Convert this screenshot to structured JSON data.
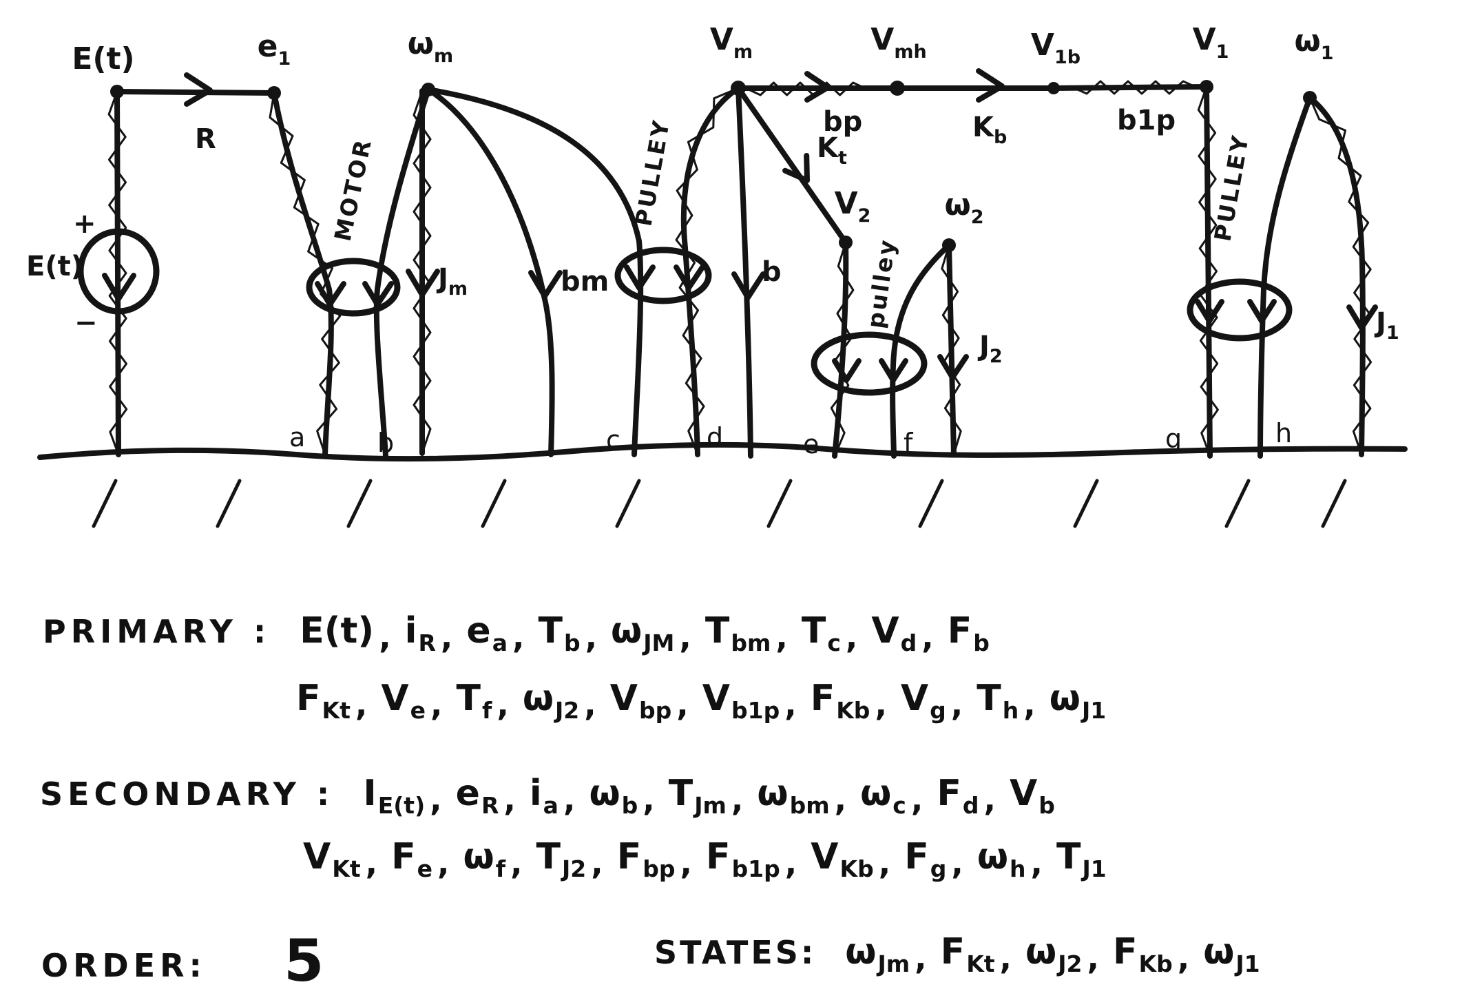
{
  "diagram": {
    "node_labels": {
      "e_t": {
        "b": "E(t)",
        "s": ""
      },
      "e1": {
        "b": "e",
        "s": "1"
      },
      "wm": {
        "b": "ω",
        "s": "m"
      },
      "vm": {
        "b": "V",
        "s": "m"
      },
      "vmh": {
        "b": "V",
        "s": "mh"
      },
      "v1b": {
        "b": "V",
        "s": "1b"
      },
      "v1": {
        "b": "V",
        "s": "1"
      },
      "w1": {
        "b": "ω",
        "s": "1"
      },
      "v2": {
        "b": "V",
        "s": "2"
      },
      "w2": {
        "b": "ω",
        "s": "2"
      }
    },
    "edge_labels": {
      "r": {
        "b": "R",
        "s": ""
      },
      "jm": {
        "b": "J",
        "s": "m"
      },
      "bm": {
        "b": "bm",
        "s": ""
      },
      "bp": {
        "b": "bp",
        "s": ""
      },
      "kb": {
        "b": "K",
        "s": "b"
      },
      "b1p": {
        "b": "b1p",
        "s": ""
      },
      "kt": {
        "b": "K",
        "s": "t"
      },
      "b": {
        "b": "b",
        "s": ""
      },
      "j2": {
        "b": "J",
        "s": "2"
      },
      "j1": {
        "b": "J",
        "s": "1"
      }
    },
    "component_labels": {
      "motor": "MOTOR",
      "pulley1": "PULLEY",
      "pulley2": "pulley",
      "pulley3": "PULLEY"
    },
    "source": {
      "plus": "+",
      "label": "E(t)",
      "minus": "−"
    },
    "ground_letters": [
      "a",
      "b",
      "c",
      "d",
      "e",
      "f",
      "g",
      "h"
    ]
  },
  "analysis": {
    "separator": ",",
    "primary_label": "PRIMARY :",
    "primary": {
      "line1": [
        {
          "b": "E(t)",
          "s": ""
        },
        {
          "b": "i",
          "s": "R"
        },
        {
          "b": "e",
          "s": "a"
        },
        {
          "b": "T",
          "s": "b"
        },
        {
          "b": "ω",
          "s": "JM"
        },
        {
          "b": "T",
          "s": "bm"
        },
        {
          "b": "T",
          "s": "c"
        },
        {
          "b": "V",
          "s": "d"
        },
        {
          "b": "F",
          "s": "b"
        }
      ],
      "line2": [
        {
          "b": "F",
          "s": "Kt"
        },
        {
          "b": "V",
          "s": "e"
        },
        {
          "b": "T",
          "s": "f"
        },
        {
          "b": "ω",
          "s": "J2"
        },
        {
          "b": "V",
          "s": "bp"
        },
        {
          "b": "V",
          "s": "b1p"
        },
        {
          "b": "F",
          "s": "Kb"
        },
        {
          "b": "V",
          "s": "g"
        },
        {
          "b": "T",
          "s": "h"
        },
        {
          "b": "ω",
          "s": "J1"
        }
      ]
    },
    "secondary_label": "SECONDARY :",
    "secondary": {
      "line1": [
        {
          "b": "I",
          "s": "E(t)"
        },
        {
          "b": "e",
          "s": "R"
        },
        {
          "b": "i",
          "s": "a"
        },
        {
          "b": "ω",
          "s": "b"
        },
        {
          "b": "T",
          "s": "Jm"
        },
        {
          "b": "ω",
          "s": "bm"
        },
        {
          "b": "ω",
          "s": "c"
        },
        {
          "b": "F",
          "s": "d"
        },
        {
          "b": "V",
          "s": "b"
        }
      ],
      "line2": [
        {
          "b": "V",
          "s": "Kt"
        },
        {
          "b": "F",
          "s": "e"
        },
        {
          "b": "ω",
          "s": "f"
        },
        {
          "b": "T",
          "s": "J2"
        },
        {
          "b": "F",
          "s": "bp"
        },
        {
          "b": "F",
          "s": "b1p"
        },
        {
          "b": "V",
          "s": "Kb"
        },
        {
          "b": "F",
          "s": "g"
        },
        {
          "b": "ω",
          "s": "h"
        },
        {
          "b": "T",
          "s": "J1"
        }
      ]
    },
    "order_label": "ORDER:",
    "order_value": "5",
    "states_label": "STATES:",
    "states": [
      {
        "b": "ω",
        "s": "Jm"
      },
      {
        "b": "F",
        "s": "Kt"
      },
      {
        "b": "ω",
        "s": "J2"
      },
      {
        "b": "F",
        "s": "Kb"
      },
      {
        "b": "ω",
        "s": "J1"
      }
    ]
  }
}
